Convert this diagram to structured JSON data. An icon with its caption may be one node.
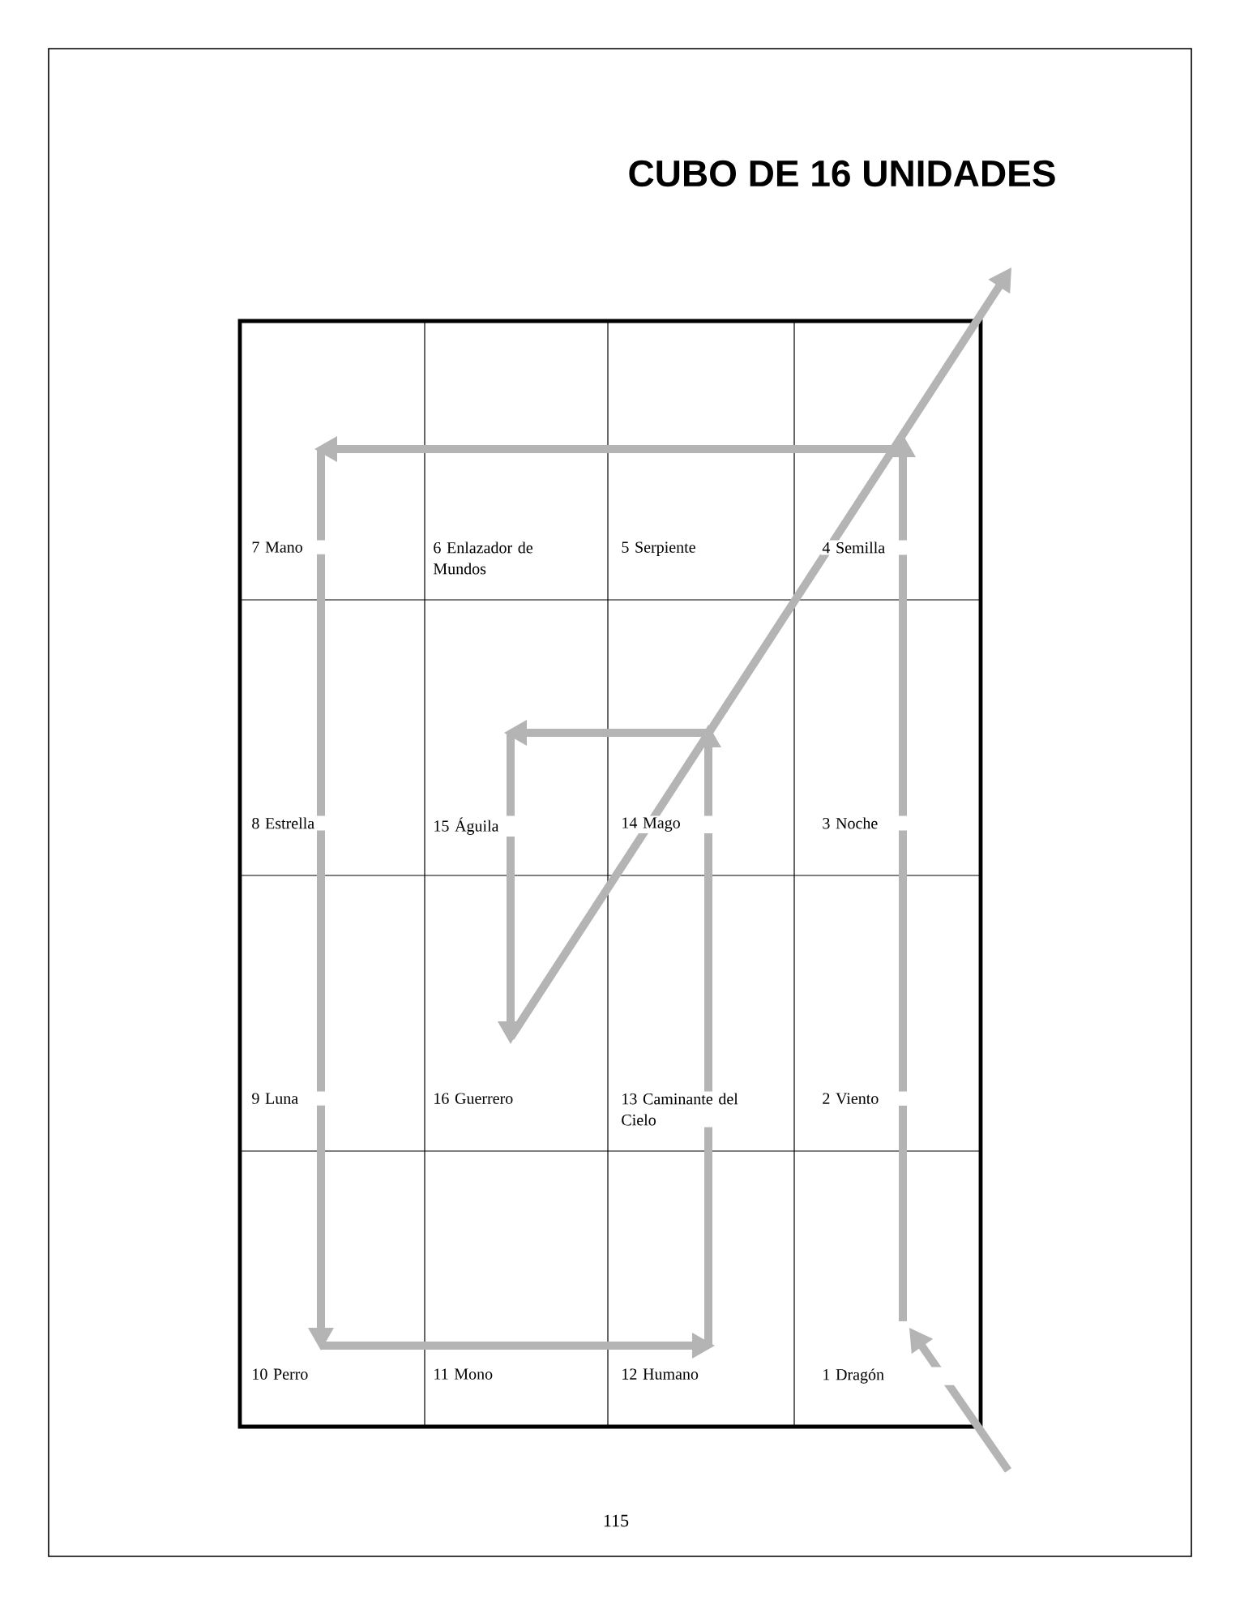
{
  "diagram": {
    "title": "CUBO DE 16 UNIDADES",
    "labels": [
      "7 Mano",
      "6 Enlazador de Mundos",
      "5 Serpiente",
      "4 Semilla",
      "8 Estrella",
      "15 Águila",
      "14 Mago",
      "3 Noche",
      "9 Luna",
      "16 Guerrero",
      "13 Caminante del Cielo",
      "2 Viento",
      "10 Perro",
      "11 Mono",
      "12 Humano",
      "1 Dragón",
      "115"
    ]
  }
}
